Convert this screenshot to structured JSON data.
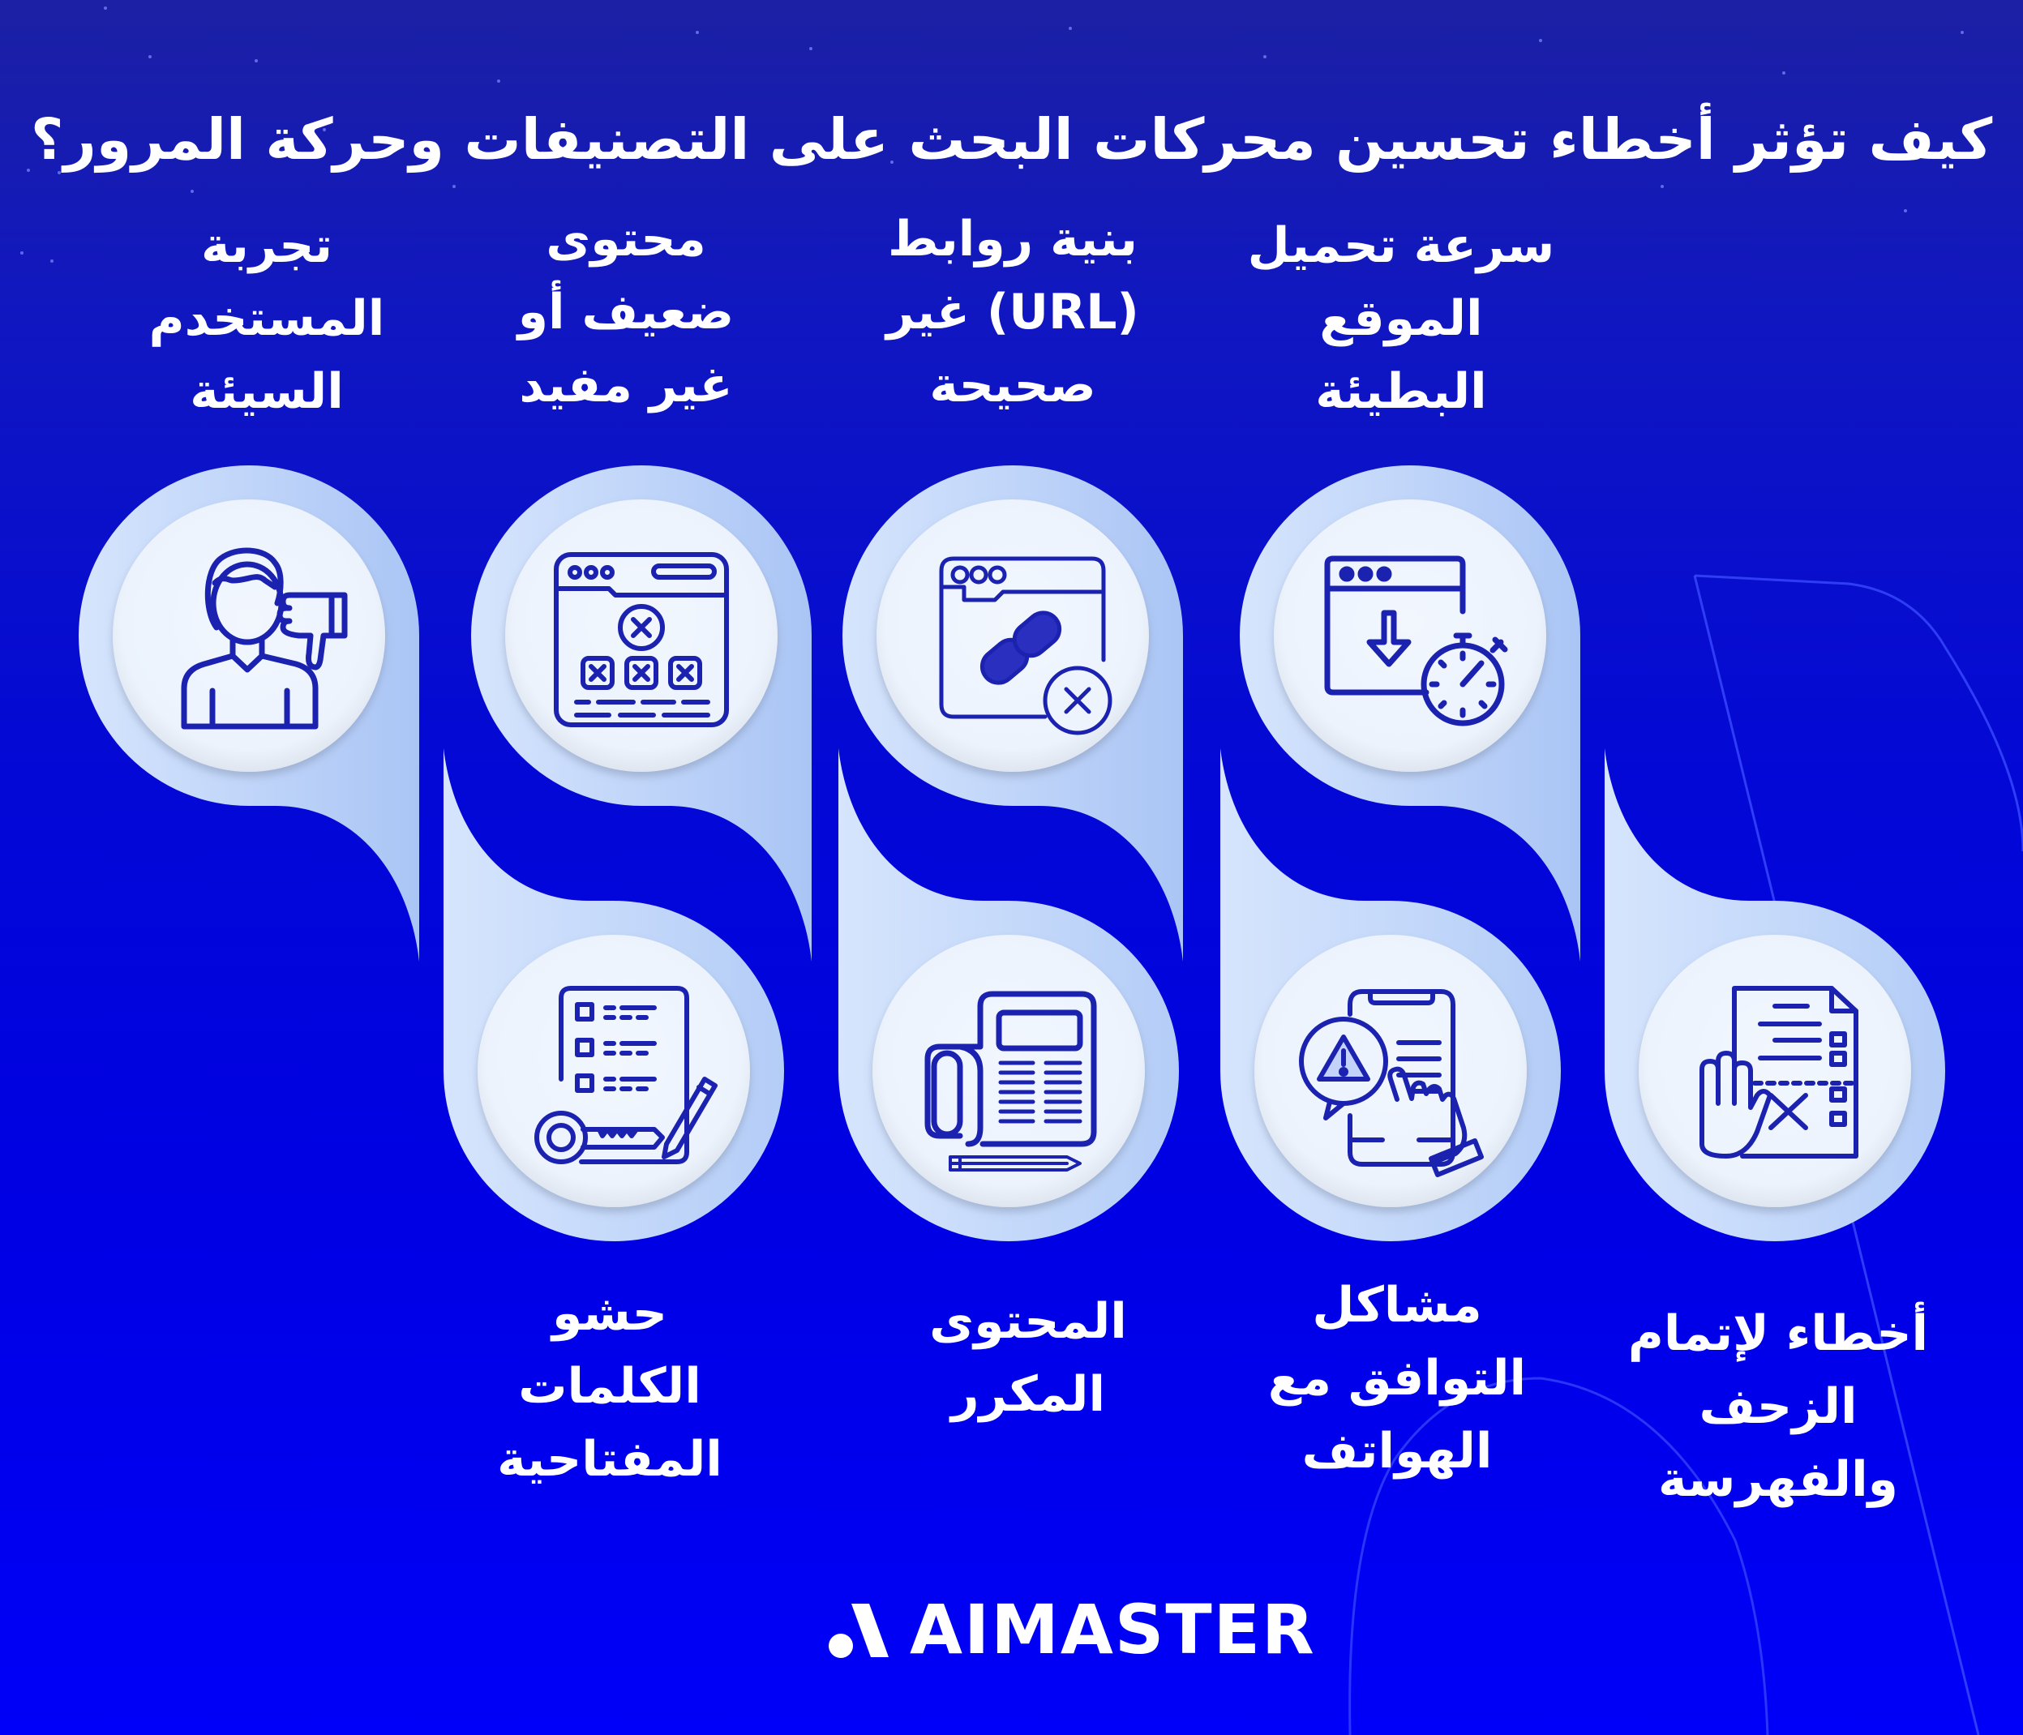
{
  "title": "كيف تؤثر أخطاء تحسين محركات البحث على التصنيفات وحركة المرور؟",
  "colors": {
    "background_top": "#1c20a4",
    "background_bottom": "#0000f8",
    "ring_light": "#d3e3fc",
    "ring_mid": "#afc9f6",
    "disc": "#eef4fd",
    "icon_stroke": "#1b1fa8",
    "text": "#ffffff"
  },
  "top_row": [
    {
      "id": "bad-ux",
      "label": "تجربة\nالمستخدم\nالسيئة",
      "icon": "user-thumbs-down-icon"
    },
    {
      "id": "thin-content",
      "label": "محتوى\nضعيف أو\nغير مفيد",
      "icon": "browser-errors-icon"
    },
    {
      "id": "bad-url",
      "label": "بنية روابط\n(URL) غير\nصحيحة",
      "icon": "broken-link-icon"
    },
    {
      "id": "slow-speed",
      "label": "سرعة تحميل\nالموقع\nالبطيئة",
      "icon": "page-load-stopwatch-icon"
    }
  ],
  "bottom_row": [
    {
      "id": "keyword-stuffing",
      "label": "حشو\nالكلمات\nالمفتاحية",
      "icon": "checklist-key-pencil-icon"
    },
    {
      "id": "duplicate-content",
      "label": "المحتوى\nالمكرر",
      "icon": "newspaper-icon"
    },
    {
      "id": "mobile-issues",
      "label": "مشاكل\nالتوافق مع\nالهواتف",
      "icon": "phone-warning-icon"
    },
    {
      "id": "crawl-errors",
      "label": "أخطاء لإتمام\nالزحف\nوالفهرسة",
      "icon": "document-stop-icon"
    }
  ],
  "logo": {
    "text": "AIMASTER"
  }
}
